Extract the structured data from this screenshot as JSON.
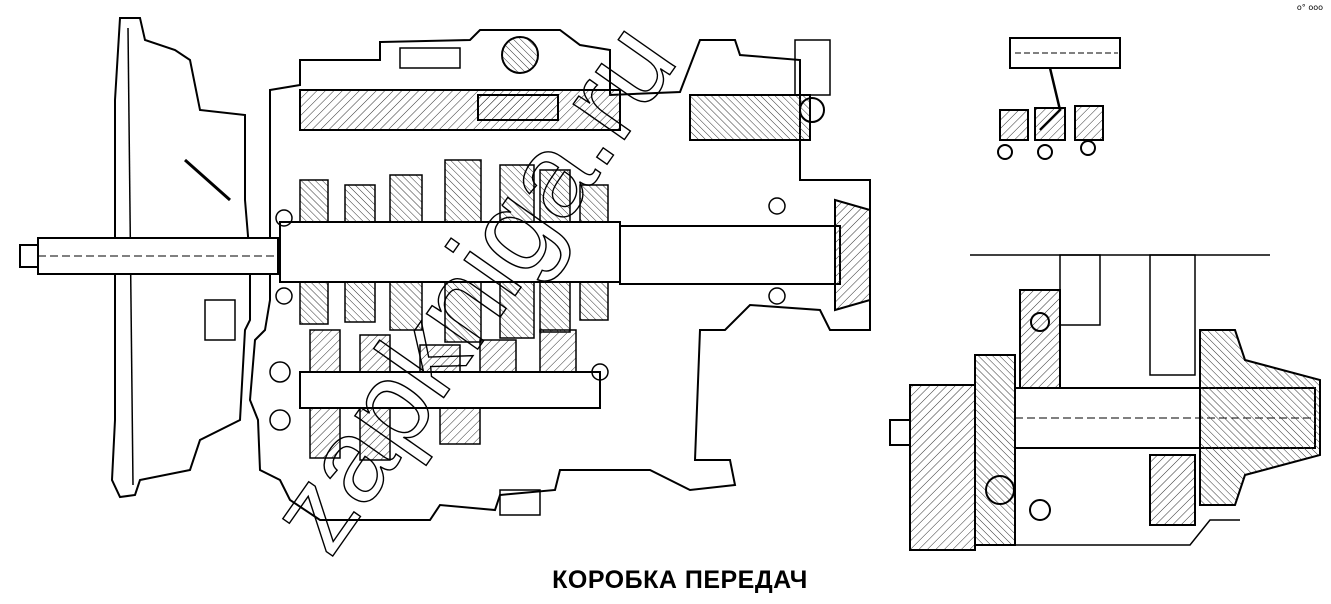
{
  "caption": {
    "title": "КОРОБКА ПЕРЕДАЧ"
  },
  "watermark": {
    "text": "zapkniga.ru",
    "color": "#000000"
  },
  "corner_mark": "о° ооо",
  "colors": {
    "ink": "#000000",
    "paper": "#ffffff",
    "hatch": "#555555"
  }
}
